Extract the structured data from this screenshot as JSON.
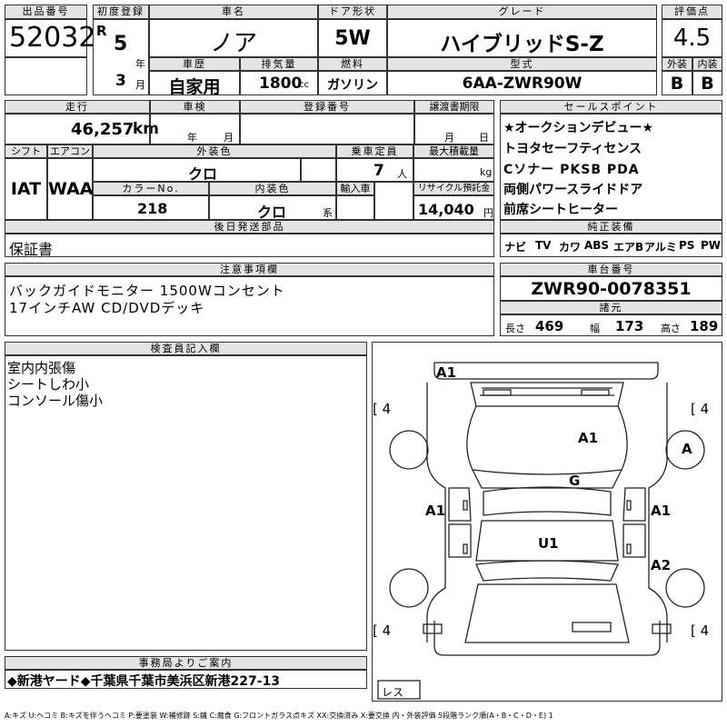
{
  "header": {
    "lot_label": "出品番号",
    "lot_value": "52032",
    "first_reg_label": "初度登録",
    "era_mark": "R",
    "reg_year": "5",
    "year_unit": "年",
    "reg_month": "3",
    "month_unit": "月",
    "name_label": "車名",
    "name_value": "ノア",
    "doors_label": "ドア形状",
    "doors_value": "5W",
    "grade_label": "グレード",
    "grade_value": "ハイブリッドS-Z",
    "score_label": "評価点",
    "score_value": "4.5",
    "history_label": "車歴",
    "history_value": "自家用",
    "displacement_label": "排気量",
    "displacement_value": "1800",
    "displacement_unit": "cc",
    "fuel_label": "燃料",
    "fuel_value": "ガソリン",
    "model_label": "型式",
    "model_value": "6AA-ZWR90W",
    "ext_label": "外装",
    "ext_value": "B",
    "int_label": "内装",
    "int_value": "B"
  },
  "row2": {
    "mileage_label": "走行",
    "mileage_value": "46,257",
    "mileage_unit": "km",
    "inspection_label": "車検",
    "inspection_year": "年",
    "inspection_month": "月",
    "plate_label": "登録番号",
    "transfer_label": "譲渡書期限",
    "transfer_month": "月",
    "transfer_day": "日",
    "shift_label": "シフト",
    "shift_value": "IAT",
    "ac_label": "エアコン",
    "ac_value": "WAA",
    "ext_color_label": "外装色",
    "ext_color_value": "クロ",
    "capacity_label": "乗車定員",
    "capacity_value": "7",
    "capacity_unit": "人",
    "load_label": "最大積載量",
    "load_unit": "kg",
    "color_no_label": "カラーNo.",
    "color_no_value": "218",
    "int_color_label": "内装色",
    "int_color_value": "クロ",
    "int_color_unit": "系",
    "import_label": "輸入車",
    "recycle_label": "リサイクル預託金",
    "recycle_value": "14,040",
    "recycle_unit": "円",
    "later_label": "後日発送部品",
    "later_value": "保証書"
  },
  "sales": {
    "label": "セールスポイント",
    "lines": [
      "★オークションデビュー★",
      "トヨタセーフティセンス",
      "Cソナー PKSB PDA",
      "両側パワースライドドア",
      "前席シートヒーター"
    ]
  },
  "equipment": {
    "label": "純正装備",
    "items": [
      "ナビ",
      "TV",
      "カワ",
      "ABS",
      "エアB",
      "アルミ",
      "PS",
      "PW"
    ]
  },
  "notes": {
    "label": "注意事項欄",
    "lines": [
      "バックガイドモニター 1500Wコンセント",
      "17インチAW CD/DVDデッキ"
    ]
  },
  "chassis": {
    "label": "車台番号",
    "value": "ZWR90-0078351",
    "dims_label": "諸元",
    "length_label": "長さ",
    "length_value": "469",
    "width_label": "幅",
    "width_value": "173",
    "height_label": "高さ",
    "height_value": "189"
  },
  "inspector": {
    "label": "検査員記入欄",
    "lines": [
      "室内内張傷",
      "シートしわ小",
      "コンソール傷小"
    ]
  },
  "diagram": {
    "marks": {
      "top": "A1",
      "roof": "A1",
      "wheel_fr": "A",
      "hood": "G",
      "left_front_door": "A1",
      "right_front_door": "A1",
      "bottom": "U1",
      "right_rear_door": "A2"
    },
    "tires": {
      "tl": "4",
      "tr": "4",
      "bl": "4",
      "br": "4"
    },
    "spare": "レス"
  },
  "office": {
    "label": "事務局よりご案内",
    "text": "◆新港ヤード◆千葉県千葉市美浜区新港227-13"
  },
  "legend": "A:キズ U:ヘコミ B:キズを伴うヘコミ P:要塗装 W:補修跡 S:錆 C:腐食 G:フロントガラス点キズ XX:交換済み X:要交換 内・外装評価 5段階ランク順(A・B・C・D・E) 1"
}
